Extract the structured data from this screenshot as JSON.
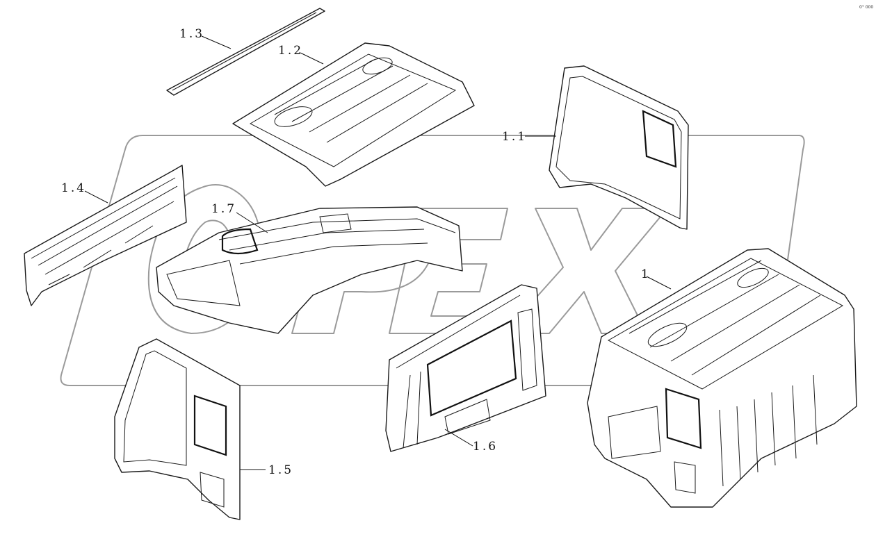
{
  "corner_mark": "0° 000",
  "watermark": {
    "text": "OPEX",
    "color": "#9a9a9a"
  },
  "labels": {
    "cab_assembly": "1",
    "left_side_panel_upper": "1.1",
    "roof_panel": "1.2",
    "roof_rail": "1.3",
    "front_panel": "1.4",
    "left_side_panel_lower": "1.5",
    "rear_wall": "1.6",
    "floor_assembly": "1.7"
  }
}
